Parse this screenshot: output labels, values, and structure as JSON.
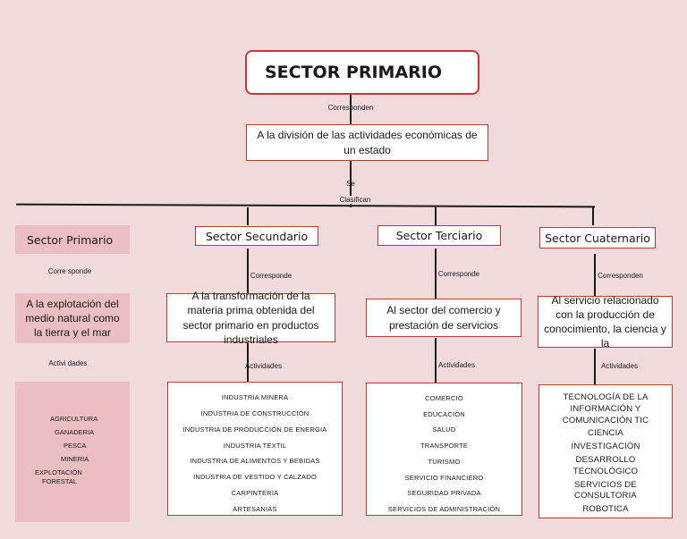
{
  "title": "SECTOR PRIMARIO",
  "correspond_label": "Corresponden",
  "definition": "A la división de las actividades económicas de un estado",
  "classified_label_1": "Se",
  "classified_label_2": "Clasifican",
  "left_column": {
    "header": "Sector Primario",
    "correspond_label": "Corre sponde",
    "description": "A la explotación del medio natural como la tierra y el mar",
    "activities_label": "Activi dades",
    "items": [
      "AGRICULTURA",
      "GANADERIA",
      "PESCA",
      "MINERIA",
      "EXPLOTACIÓN",
      "FORESTAL"
    ]
  },
  "sectors": [
    {
      "name": "Sector  Secundario",
      "correspond_label": "Corresponde",
      "description": "A la transformación de la materia prima obtenida del sector primario en productos industriales",
      "activities_label": "Actividades",
      "activities": [
        "INDUSTRIA  MINERA",
        "INDUSTRIA DE CONSTRUCCIÓN",
        "INDUSTRIA DE PRODUCCIÓN DE ENERGIA",
        "INDUSTRIA TEXTIL",
        "INDUSTRIA DE ALIMENTOS Y BEBIDAS",
        "INDUSTRIA DE VESTIDO Y CALZADO",
        "CARPINTERIA",
        "ARTESANIAS"
      ]
    },
    {
      "name": "Sector Terciario",
      "correspond_label": "Corresponde",
      "description": "Al sector del comercio y prestación de servicios",
      "activities_label": "Actividades",
      "activities": [
        "COMERCIO",
        "EDUCACIÓN",
        "SALUD",
        "TRANSPORTE",
        "TURISMO",
        "SERVICIO FINANCIERO",
        "SEGURIDAD   PRIVADA",
        "SERVICIOS DE ADMINISTRACIÓN"
      ]
    },
    {
      "name": "Sector Cuaternario",
      "correspond_label": "Corresponden",
      "description": "Al servicio relacionado con la producción de conocimiento, la ciencia y la",
      "activities_label": "Actividades",
      "activities": [
        "TECNOLOGÍA DE LA INFORMACIÓN Y COMUNICACIÓN TIC",
        "CIENCIA",
        "INVESTIGACIÓN",
        "DESARROLLO TECNOLÓGICO",
        "SERVICIOS DE CONSULTORIA",
        "ROBOTICA"
      ]
    }
  ],
  "colors": {
    "background": "#f1dadc",
    "border": "#c0393b",
    "pink_box": "#ebbfc1"
  }
}
